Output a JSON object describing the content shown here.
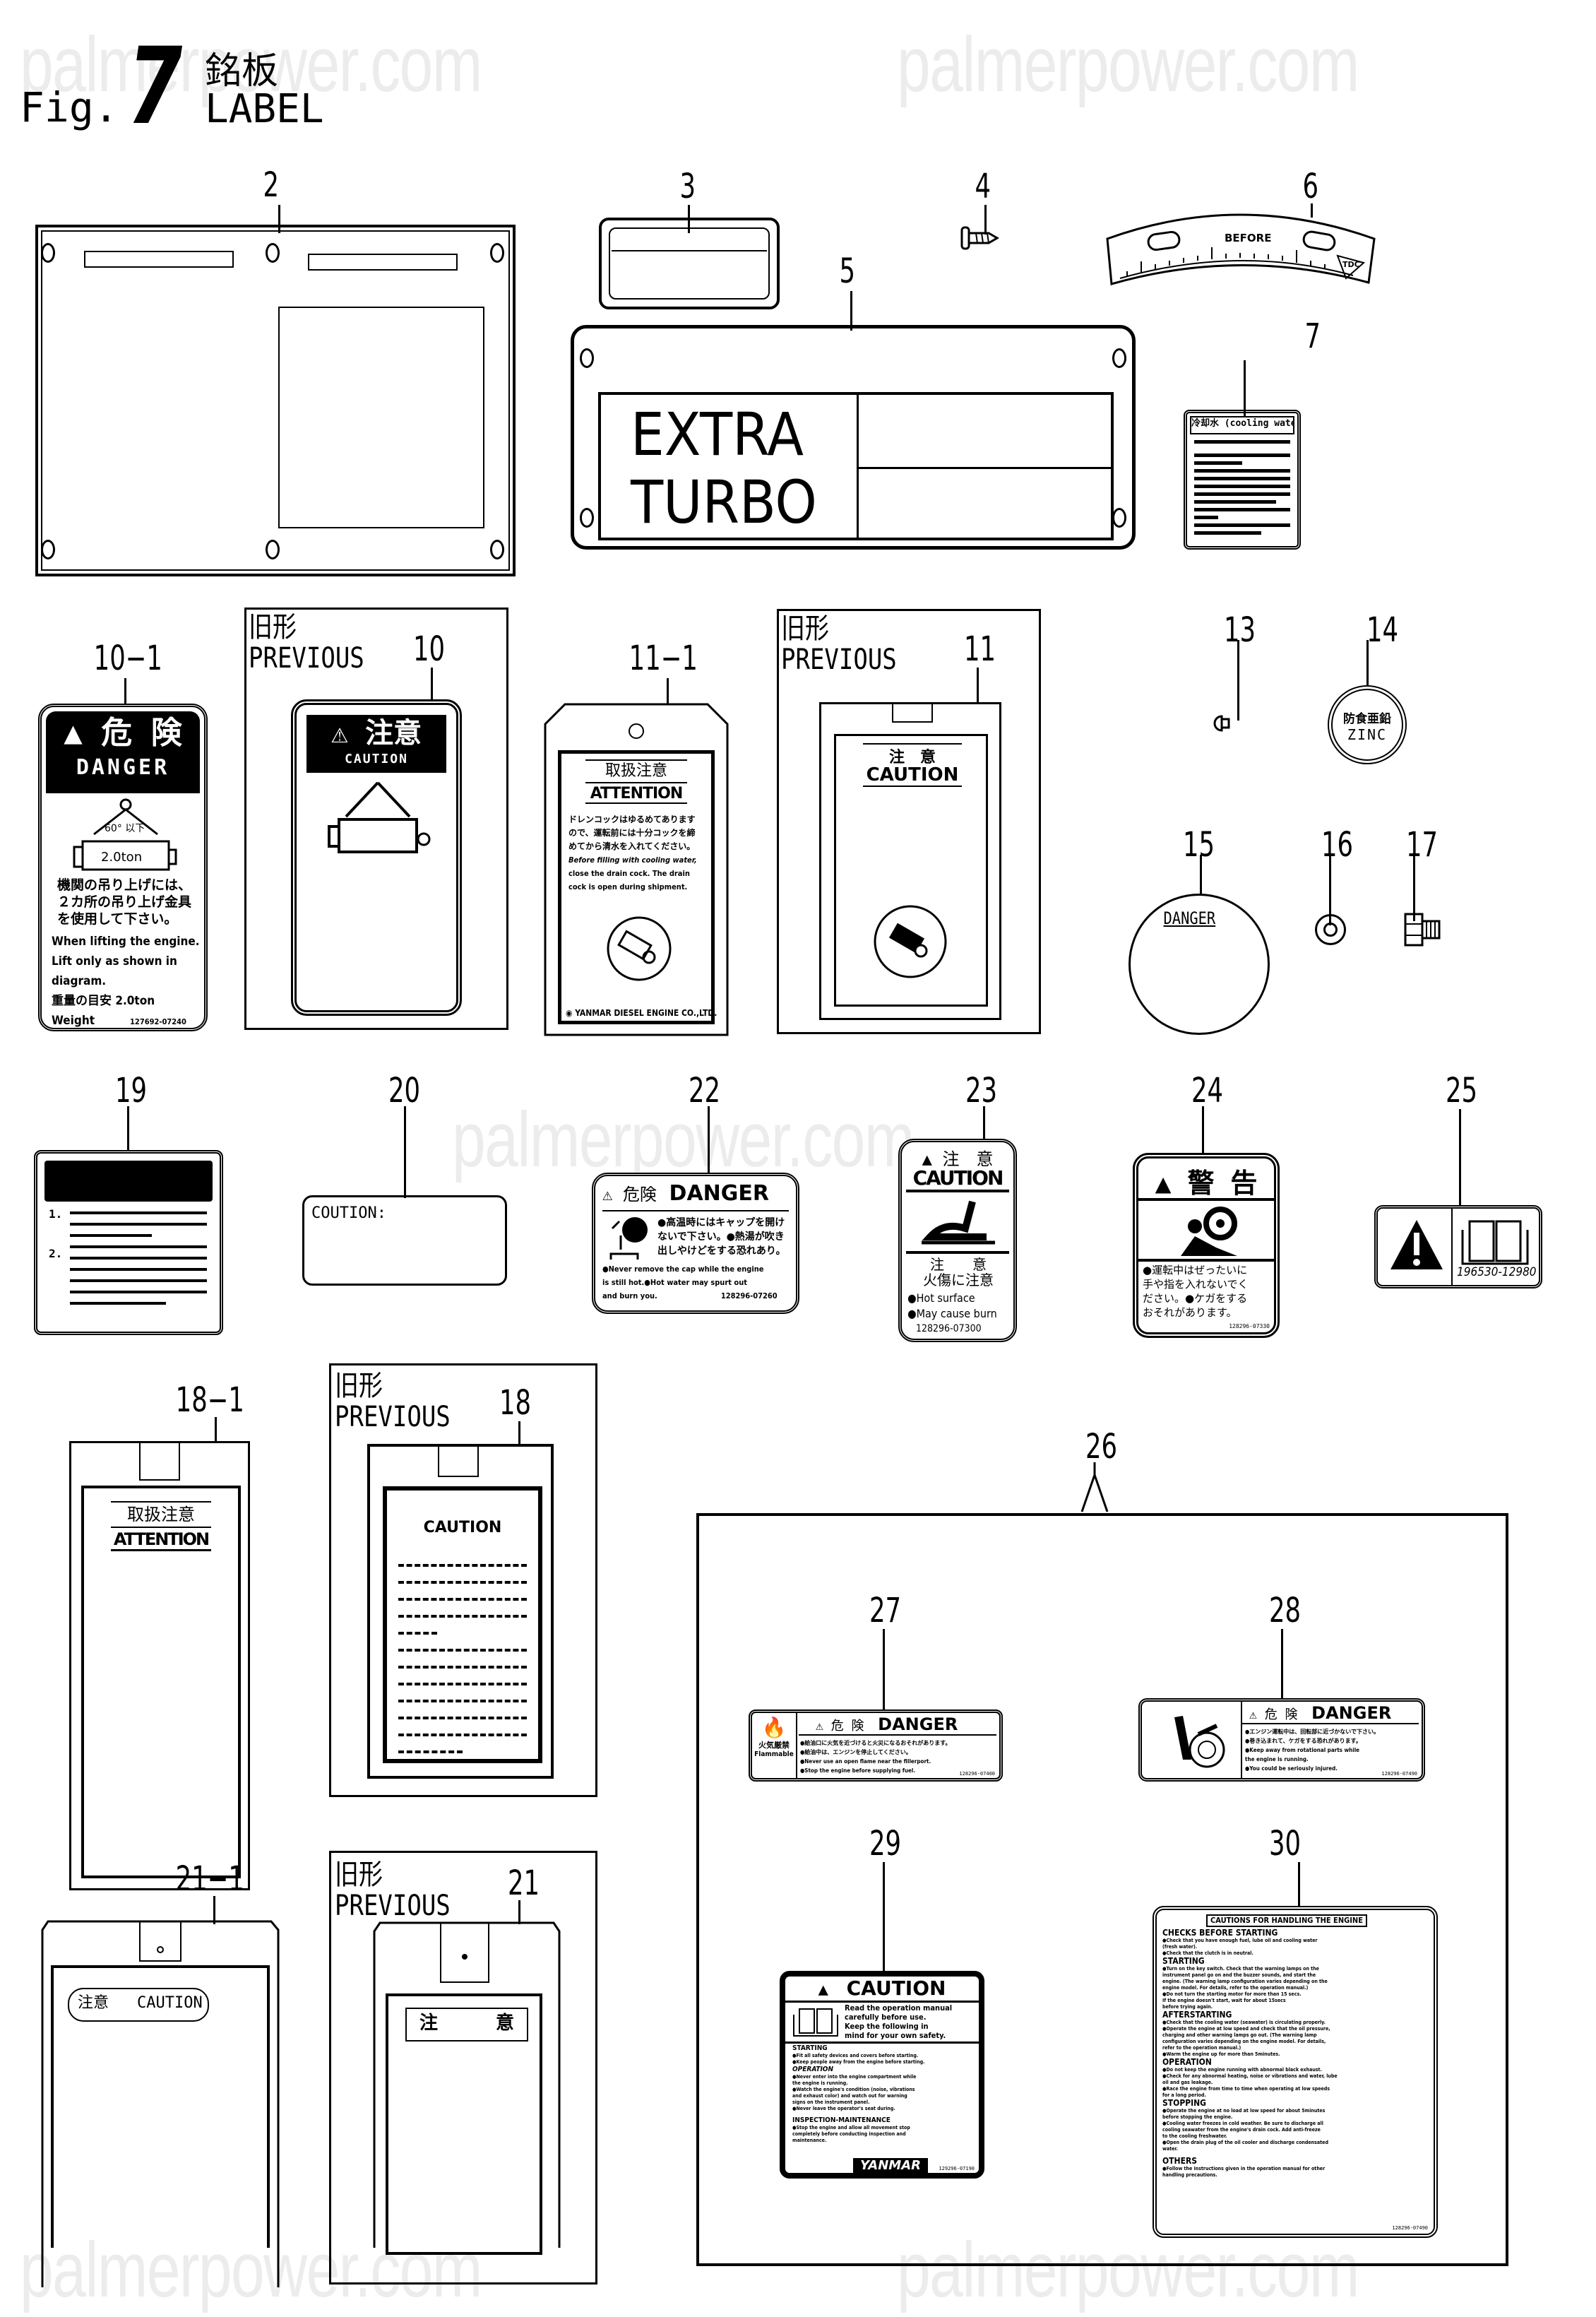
{
  "header": {
    "fig_prefix": "Fig.",
    "fig_number": "7",
    "title_jp": "銘板",
    "title_en": "LABEL"
  },
  "watermark": "palmerpower.com",
  "previous_tag": {
    "jp": "旧形",
    "en": "PREVIOUS"
  },
  "callouts": {
    "c2": "2",
    "c3": "3",
    "c4": "4",
    "c5": "5",
    "c6": "6",
    "c7": "7",
    "c10_1": "10−1",
    "c10": "10",
    "c11_1": "11−1",
    "c11": "11",
    "c13": "13",
    "c14": "14",
    "c15": "15",
    "c16": "16",
    "c17": "17",
    "c18_1": "18−1",
    "c18": "18",
    "c19": "19",
    "c20": "20",
    "c21_1": "21−1",
    "c21": "21",
    "c22": "22",
    "c23": "23",
    "c24": "24",
    "c25": "25",
    "c26": "26",
    "c27": "27",
    "c28": "28",
    "c29": "29",
    "c30": "30"
  },
  "parts": {
    "p5": {
      "line1": "EXTRA",
      "line2": "TURBO"
    },
    "p6": {
      "text": "BEFORE",
      "mark": "TDC"
    },
    "p7": {
      "header": "冷却水 (cooling water)"
    },
    "p10_1": {
      "jp_title": "危 険",
      "en_title": "DANGER",
      "angle": "60° 以下",
      "weight_tag": "2.0ton",
      "jp_lines": [
        "機関の吊り上げには、",
        "２カ所の吊り上げ金具",
        "を使用して下さい。"
      ],
      "en_lines": [
        "When lifting the engine.",
        "Lift only as shown in",
        "diagram."
      ],
      "weight_jp": "重量の目安 2.0ton",
      "weight_en": "Weight",
      "part_no": "127692-07240"
    },
    "p10": {
      "jp_title": "注意",
      "en_title": "CAUTION"
    },
    "p11_1": {
      "jp_title": "取扱注意",
      "en_title": "ATTENTION",
      "jp_lines": [
        "ドレンコックはゆるめてあります",
        "ので、運転前には十分コックを締",
        "めてから清水を入れてください。"
      ],
      "en_lines": [
        "Before filling with cooling water,",
        "close the drain cock. The drain",
        "cock is open during shipment."
      ],
      "maker": "YANMAR DIESEL ENGINE CO.,LTD."
    },
    "p11": {
      "jp_title": "注　意",
      "en_title": "CAUTION"
    },
    "p14": {
      "jp": "防食亜鉛",
      "en": "ZINC"
    },
    "p15": {
      "text": "DANGER"
    },
    "p18_1": {
      "jp_title": "取扱注意",
      "en_title": "ATTENTION"
    },
    "p18": {
      "en_title": "CAUTION"
    },
    "p19": {
      "items": [
        "1.",
        "2."
      ]
    },
    "p20": {
      "text": "COUTION:"
    },
    "p21_1": {
      "jp": "注意",
      "en": "CAUTION"
    },
    "p21": {
      "jp_left": "注",
      "jp_right": "意"
    },
    "p22": {
      "jp_title": "危険",
      "en_title": "DANGER",
      "jp_lines": [
        "●高温時にはキャップを開け",
        "ないで下さい。●熱湯が吹き",
        "出しやけどをする恐れあり。"
      ],
      "en_lines": [
        "●Never remove the cap while the engine",
        "is still hot.●Hot water may spurt out",
        "and burn you."
      ],
      "part_no": "128296-07260"
    },
    "p23": {
      "jp_title": "注　意",
      "en_title": "CAUTION",
      "jp_lines": [
        "注　　意",
        "火傷に注意"
      ],
      "en_lines": [
        "●Hot surface",
        "●May cause burn"
      ],
      "part_no": "128296-07300"
    },
    "p24": {
      "jp_title": "警 告",
      "jp_lines": [
        "●運転中はぜったいに",
        "手や指を入れないでく",
        "ださい。●ケガをする",
        "おそれがあります。"
      ],
      "part_no": "128296-07330"
    },
    "p25": {
      "part_no": "196530-12980"
    },
    "p27": {
      "jp_title": "危 険",
      "en_title": "DANGER",
      "side_jp": "火気厳禁",
      "side_en": "Flammable",
      "jp_lines": [
        "●給油口に火気を近づけると火災になるおそれがあります。",
        "●給油中は、エンジンを停止してください。"
      ],
      "en_lines": [
        "●Never use an open flame near the fillerport.",
        "●Stop the engine before supplying fuel."
      ],
      "part_no": "128296-07400"
    },
    "p28": {
      "jp_title": "危 険",
      "en_title": "DANGER",
      "jp_lines": [
        "●エンジン運転中は、回転部に近づかないで下さい。",
        "●巻き込まれて、ケガをする恐れがあります。"
      ],
      "en_lines": [
        "●Keep away from rotational parts while",
        " the engine is running.",
        "●You could be seriously injured."
      ],
      "part_no": "128296-07490"
    },
    "p29": {
      "title": "CAUTION",
      "intro": [
        "Read the operation manual",
        "carefully before use.",
        "Keep the following in",
        "mind for your own safety."
      ],
      "sections": [
        {
          "head": "STARTING",
          "lines": [
            "●Fit all safety devices and covers before starting.",
            "●Keep people away from the engine before starting."
          ]
        },
        {
          "head": "OPERATION",
          "lines": [
            "●Never enter into the engine compartment while",
            " the engine is running.",
            "●Watch the engine's condition (noise, vibrations",
            " and exhaust color) and watch out for warning",
            " signs on the instrument panel.",
            "●Never leave the operator's seat during."
          ]
        },
        {
          "head": "INSPECTION-MAINTENANCE",
          "lines": [
            "●Stop the engine and allow all movement stop",
            " completely before conducting inspection and",
            " maintenance."
          ]
        }
      ],
      "brand": "YANMAR",
      "part_no": "129296-07190"
    },
    "p30": {
      "title": "CAUTIONS FOR HANDLING THE ENGINE",
      "sections": [
        {
          "head": "CHECKS BEFORE STARTING",
          "lines": [
            "●Check that you have enough fuel, lube oil and cooling water",
            " (fresh water).",
            "●Check that the clutch is in neutral."
          ]
        },
        {
          "head": "STARTING",
          "lines": [
            "●Turn on the key switch. Check that the warning lamps on the",
            " instrument panel go on and the buzzer sounds, and start the",
            " engine. (The warning lamp configuration varies depending on the",
            " engine model. For details, refer to the operation manual.)",
            "●Do not turn the starting motor for more than 15 secs.",
            " If the engine doesn't start, wait for about 15secs",
            " before trying again."
          ]
        },
        {
          "head": "AFTERSTARTING",
          "lines": [
            "●Check that the cooling water (seawater) is circulating properly.",
            "●Operate the engine at low speed and check that the oil pressure,",
            " charging and other warning lamps go out. (The warning lamp",
            " configuration varies depending on the engine model. For details,",
            " refer to the operation manual.)",
            "●Warm the engine up for more than 5minutes."
          ]
        },
        {
          "head": "OPERATION",
          "lines": [
            "●Do not keep the engine running with abnormal black exhaust.",
            "●Check for any abnormal heating, noise or vibrations and water, lube",
            " oil and gas leakage.",
            "●Race the engine from time to time when operating at low speeds",
            " for a long period."
          ]
        },
        {
          "head": "STOPPING",
          "lines": [
            "●Operate the engine at no load at low speed for about 5minutes",
            " before stopping the engine.",
            "●Cooling water freezes in cold weather. Be sure to discharge all",
            " cooling seawater from the engine's drain cock. Add anti-freeze",
            " to the cooling freshwater.",
            "●Open the drain plug of the oil cooler and discharge condensated",
            " water."
          ]
        },
        {
          "head": "OTHERS",
          "lines": [
            "●Follow the instructions given in the operation manual for other",
            " handling precautions."
          ]
        }
      ],
      "part_no": "128296-07490"
    }
  }
}
